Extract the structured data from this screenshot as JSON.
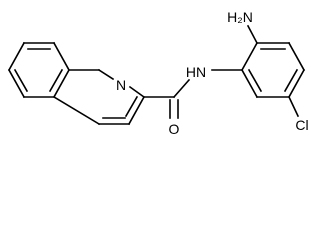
{
  "molecule": {
    "atom_labels": {
      "amine": "H₂N",
      "amide_nh": "HN",
      "ring_nitrogen": "N",
      "carbonyl_oxygen": "O",
      "chlorine": "Cl"
    },
    "colors": {
      "bond": "#000000",
      "text": "#000000",
      "background": "#ffffff"
    }
  }
}
